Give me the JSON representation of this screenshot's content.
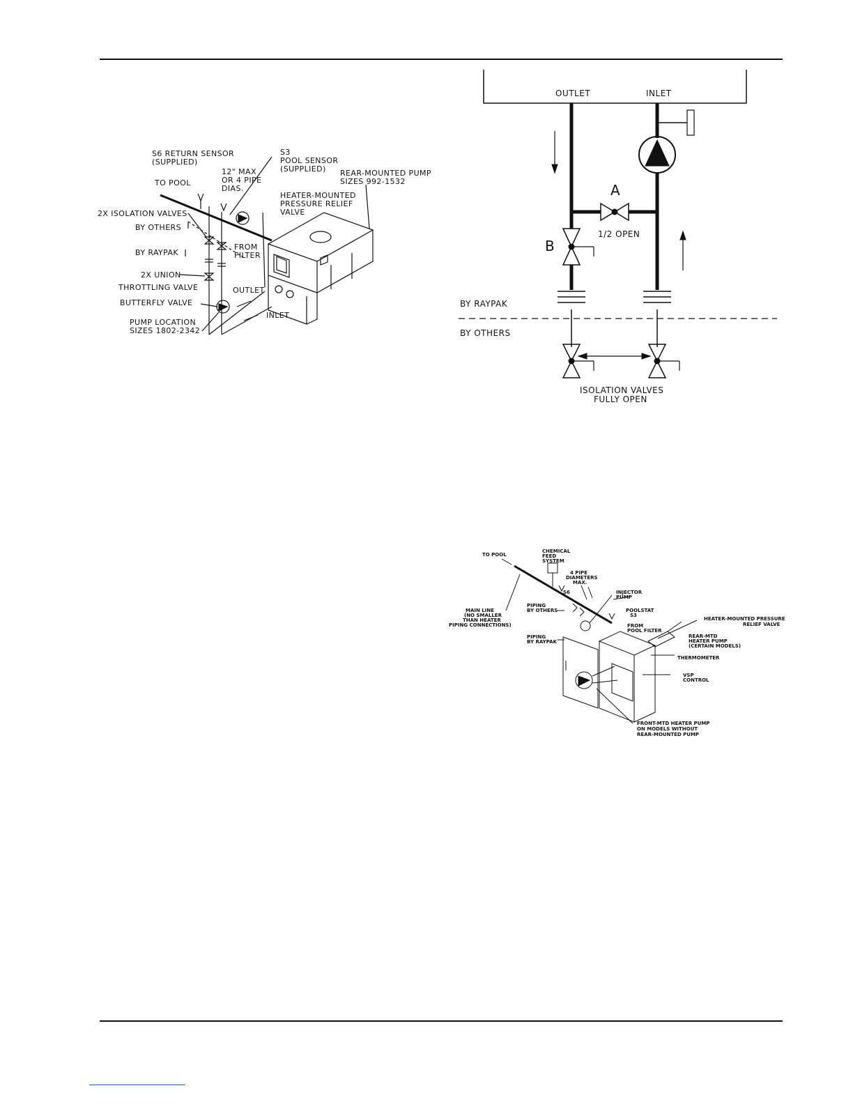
{
  "diagram_left": {
    "s6_line1": "S6 RETURN SENSOR",
    "s6_line2": "(SUPPLIED)",
    "s3_line1": "S3",
    "s3_line2": "POOL SENSOR",
    "s3_line3": "(SUPPLIED)",
    "max_line1": "12\" MAX",
    "max_line2": "OR 4 PIPE",
    "max_line3": "DIAS.",
    "rear_pump_line1": "REAR-MOUNTED PUMP",
    "rear_pump_line2": "SIZES 992-1532",
    "to_pool": "TO POOL",
    "relief_line1": "HEATER-MOUNTED",
    "relief_line2": "PRESSURE RELIEF",
    "relief_line3": "VALVE",
    "isolation": "2X ISOLATION VALVES",
    "by_others": "BY OTHERS",
    "by_raypak": "BY RAYPAK",
    "union": "2X UNION",
    "throttling": "THROTTLING VALVE",
    "butterfly": "BUTTERFLY VALVE",
    "pump_loc_line1": "PUMP LOCATION",
    "pump_loc_line2": "SIZES 1802-2342",
    "from_filter_line1": "FROM",
    "from_filter_line2": "FILTER",
    "outlet": "OUTLET",
    "inlet": "INLET"
  },
  "diagram_right": {
    "outlet": "OUTLET",
    "inlet": "INLET",
    "valve_a": "A",
    "valve_a_state": "1/2 OPEN",
    "valve_b": "B",
    "by_raypak": "BY RAYPAK",
    "by_others": "BY OTHERS",
    "isolation_line1": "ISOLATION VALVES",
    "isolation_line2": "FULLY OPEN"
  },
  "diagram_bottom": {
    "to_pool": "TO POOL",
    "chem_line1": "CHEMICAL",
    "chem_line2": "FEED",
    "chem_line3": "SYSTEM",
    "pipe_dia_line1": "4 PIPE",
    "pipe_dia_line2": "DIAMETERS",
    "pipe_dia_line3": "MAX.",
    "s6": "S6",
    "injector_line1": "INJECTOR",
    "injector_line2": "PUMP",
    "poolstat_line1": "POOLSTAT",
    "poolstat_line2": "S3",
    "relief_line1": "HEATER-MOUNTED PRESSURE",
    "relief_line2": "RELIEF VALVE",
    "main_line1": "MAIN LINE",
    "main_line2": "(NO SMALLER",
    "main_line3": "THAN HEATER",
    "main_line4": "PIPING CONNECTIONS)",
    "piping_others_line1": "PIPING",
    "piping_others_line2": "BY OTHERS",
    "piping_raypak_line1": "PIPING",
    "piping_raypak_line2": "BY RAYPAK",
    "from_filter_line1": "FROM",
    "from_filter_line2": "POOL FILTER",
    "rear_mtd_line1": "REAR-MTD",
    "rear_mtd_line2": "HEATER PUMP",
    "rear_mtd_line3": "(CERTAIN MODELS)",
    "thermometer": "THERMOMETER",
    "vsp_line1": "VSP",
    "vsp_line2": "CONTROL",
    "front_mtd_line1": "FRONT-MTD HEATER PUMP",
    "front_mtd_line2": "ON MODELS WITHOUT",
    "front_mtd_line3": "REAR-MOUNTED PUMP"
  }
}
